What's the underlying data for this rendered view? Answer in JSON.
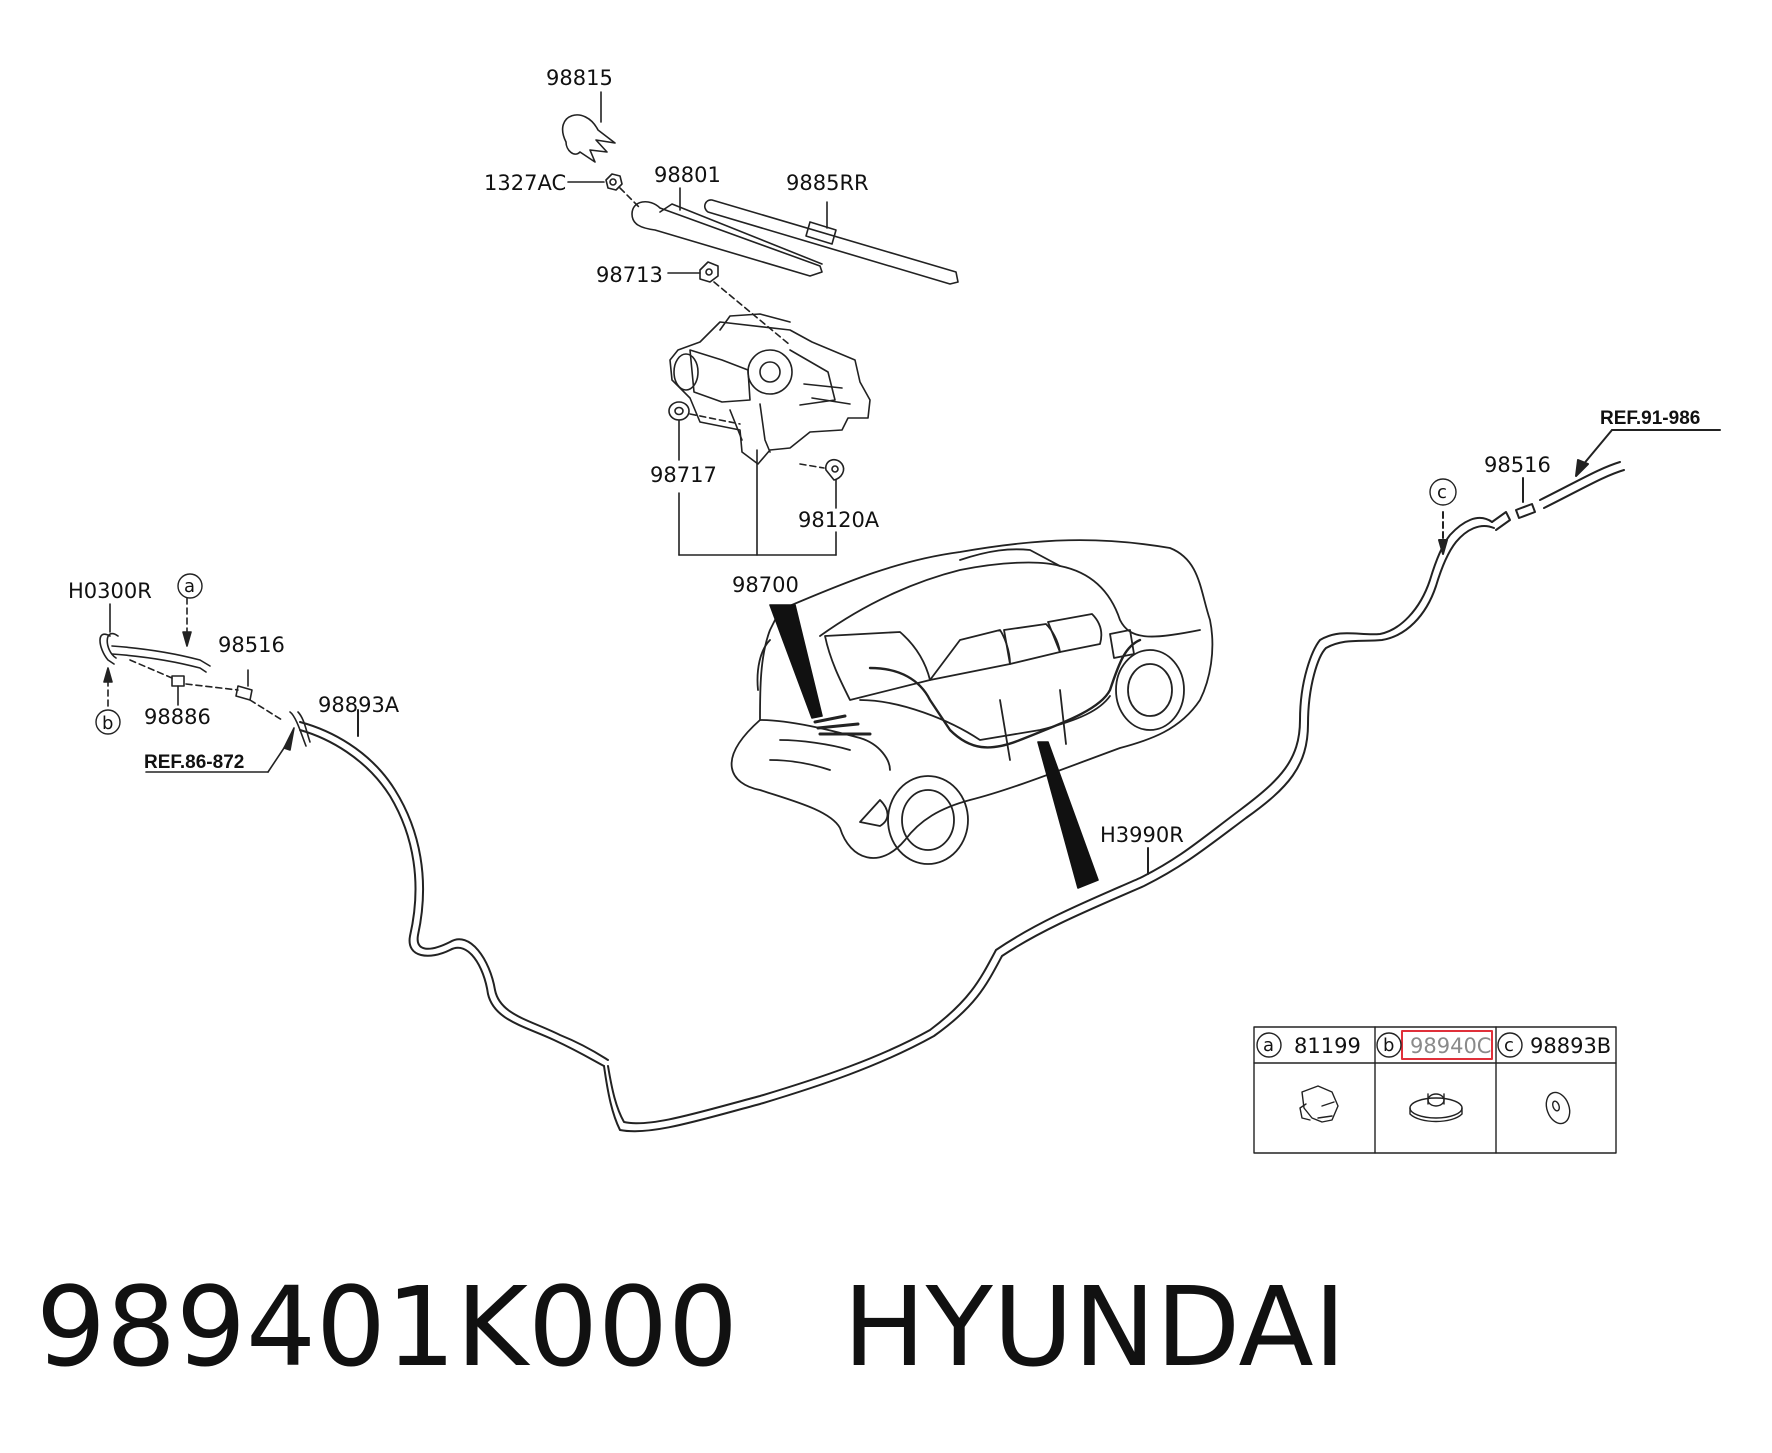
{
  "labels": {
    "p98815": "98815",
    "p1327AC": "1327AC",
    "p98801": "98801",
    "p9885RR": "9885RR",
    "p98713": "98713",
    "p98717": "98717",
    "p98120A": "98120A",
    "p98700": "98700",
    "pH0300R": "H0300R",
    "p98516_left": "98516",
    "p98886": "98886",
    "p98893A": "98893A",
    "pREF86": "REF.86-872",
    "pREF91": "REF.91-986",
    "p98516_right": "98516",
    "pH3990R": "H3990R"
  },
  "callouts": {
    "a": "a",
    "b": "b",
    "c": "c"
  },
  "legend_table": {
    "cells": [
      {
        "letter": "a",
        "part": "81199"
      },
      {
        "letter": "b",
        "part": "98940C"
      },
      {
        "letter": "c",
        "part": "98893B"
      }
    ],
    "highlight_color": "#e0303a"
  },
  "caption": {
    "part_number": "989401K000",
    "brand": "HYUNDAI"
  }
}
